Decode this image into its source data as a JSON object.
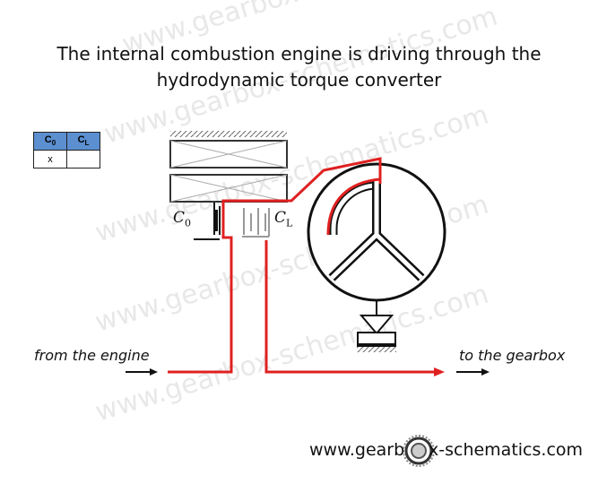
{
  "title": {
    "line1": "The internal combustion engine is driving through the",
    "line2": "hydrodynamic torque converter"
  },
  "clutch_table": {
    "headers": [
      {
        "base": "C",
        "sub": "0"
      },
      {
        "base": "C",
        "sub": "L"
      }
    ],
    "row": [
      "x",
      ""
    ]
  },
  "labels": {
    "c0": {
      "base": "C",
      "sub": "0"
    },
    "cl": {
      "base": "C",
      "sub": "L"
    }
  },
  "flow": {
    "input_label": "from the engine",
    "output_label": "to the gearbox"
  },
  "watermark": "www.gearbox-schematics.com",
  "website": {
    "part1": "www.gearb",
    "part2": "x-schematics.com"
  },
  "colors": {
    "power_flow": "#e02020",
    "table_header": "#5b8fd0",
    "watermark": "#ececec"
  }
}
